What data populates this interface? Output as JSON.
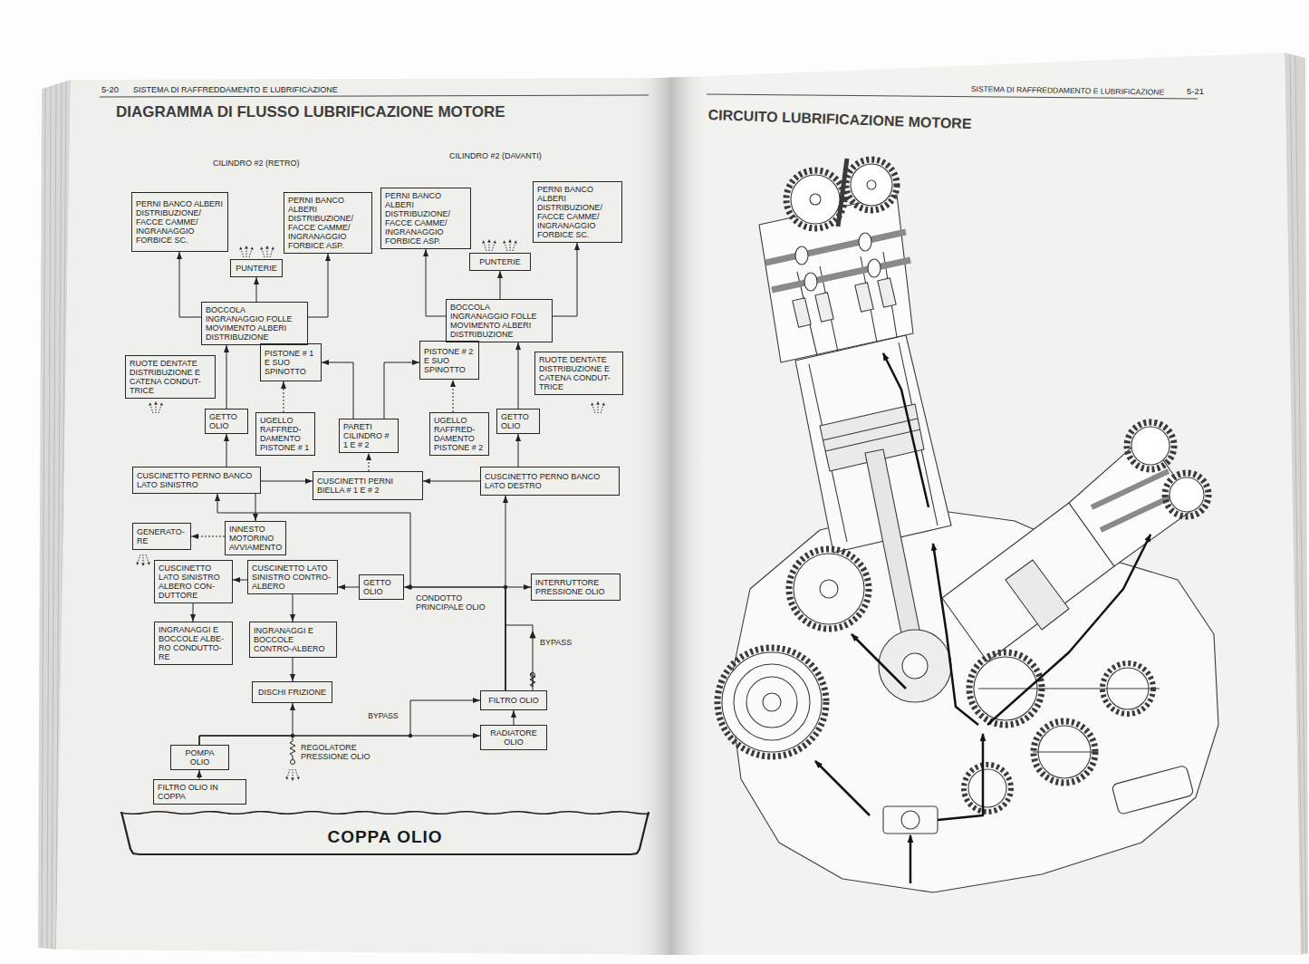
{
  "diagram": {
    "title": "DIAGRAMMA DI FLUSSO LUBRIFICAZIONE MOTORE",
    "nodes": [
      {
        "text": [
          "PERNI BANCO ALBERI DISTRIBUZIONE/ FACCE CAMME/ INGRANAGGIO FORBICE SC."
        ]
      },
      {
        "text": [
          "PERNI BANCO ALBERI DISTRIBUZIONE/ FACCE CAMME/ INGRANAGGIO FORBICE ASP."
        ]
      },
      {
        "text": [
          "PERNI BANCO ALBERI DISTRIBUZIONE/ FACCE CAMME/ INGRANAGGIO FORBICE ASP."
        ]
      },
      {
        "text": [
          "PERNI BANCO ALBERI DISTRIBUZIONE/ FACCE CAMME/ INGRANAGGIO FORBICE SC."
        ]
      },
      {
        "text": [
          "PUNTERIE"
        ]
      },
      {
        "text": [
          "PUNTERIE"
        ]
      },
      {
        "text": [
          "BOCCOLA INGRANAGGIO FOLLE MOVIMENTO ALBERI DISTRIBUZIONE"
        ]
      },
      {
        "text": [
          "BOCCOLA INGRANAGGIO FOLLE MOVIMENTO ALBERI DISTRIBUZIONE"
        ]
      },
      {
        "text": [
          "RUOTE DENTATE DISTRIBUZIONE E CATENA CONDUT- TRICE"
        ]
      },
      {
        "text": [
          "PISTONE # 1 E SUO SPINOTTO"
        ]
      },
      {
        "text": [
          "PISTONE # 2 E SUO SPINOTTO"
        ]
      },
      {
        "text": [
          "RUOTE DENTATE DISTRIBUZIONE E CATENA CONDUT- TRICE"
        ]
      },
      {
        "text": [
          "GETTO OLIO"
        ]
      },
      {
        "text": [
          "UGELLO RAFFRED- DAMENTO PISTONE # 1"
        ]
      },
      {
        "text": [
          "PARETI CILINDRO # 1 E # 2"
        ]
      },
      {
        "text": [
          "UGELLO RAFFRED- DAMENTO PISTONE # 2"
        ]
      },
      {
        "text": [
          "GETTO OLIO"
        ]
      },
      {
        "text": [
          "CUSCINETTO PERNO BANCO LATO SINISTRO"
        ]
      },
      {
        "text": [
          "CUSCINETTI PERNI BIELLA # 1 E # 2"
        ]
      },
      {
        "text": [
          "CUSCINETTO PERNO BANCO LATO DESTRO"
        ]
      },
      {
        "text": [
          "GENERATO- RE"
        ]
      },
      {
        "text": [
          "INNESTO MOTORINO AVVIAMENTO"
        ]
      },
      {
        "text": [
          "CUSCINETTO LATO SINISTRO ALBERO CON- DUTTORE"
        ]
      },
      {
        "text": [
          "CUSCINETTO LATO SINISTRO CONTRO- ALBERO"
        ]
      },
      {
        "text": [
          "GETTO OLIO"
        ]
      },
      {
        "text": [
          "INTERRUTTORE PRESSIONE OLIO"
        ]
      },
      {
        "text": [
          "INGRANAGGI E BOCCOLE ALBE-RO CONDUTTO-RE"
        ]
      },
      {
        "text": [
          "INGRANAGGI E BOCCOLE CONTRO-ALBERO"
        ]
      },
      {
        "text": [
          "DISCHI FRIZIONE"
        ]
      },
      {
        "text": [
          "FILTRO OLIO"
        ]
      },
      {
        "text": [
          "RADIATORE OLIO"
        ]
      },
      {
        "text": [
          "POMPA OLIO"
        ]
      },
      {
        "text": [
          "FILTRO OLIO IN COPPA"
        ]
      },
      {
        "text": [
          "COPPA OLIO"
        ]
      }
    ],
    "edges": [
      {
        "from": 32,
        "to": 31,
        "arrow": "to"
      },
      {
        "from": 31,
        "to": 30,
        "arrow": "to"
      },
      {
        "from": 31,
        "to": 28,
        "arrow": "to"
      },
      {
        "from": 31,
        "to": 29,
        "label": "BYPASS",
        "arrow": "to"
      },
      {
        "from": 30,
        "to": 29,
        "arrow": "to"
      },
      {
        "from": 29,
        "to": 19,
        "arrow": "to"
      },
      {
        "from": 29,
        "to": 25,
        "arrow": "to"
      },
      {
        "from": 29,
        "to": 24,
        "arrow": "to"
      },
      {
        "from": 29,
        "to": 17,
        "arrow": "to"
      },
      {
        "from": 24,
        "to": 23,
        "arrow": "to"
      },
      {
        "from": 23,
        "to": 22,
        "arrow": "to"
      },
      {
        "from": 22,
        "to": 26,
        "arrow": "to"
      },
      {
        "from": 23,
        "to": 27,
        "arrow": "to"
      },
      {
        "from": 27,
        "to": 28,
        "arrow": "to"
      },
      {
        "from": 17,
        "to": 21,
        "arrow": "to"
      },
      {
        "from": 21,
        "to": 20,
        "arrow": "to"
      },
      {
        "from": 17,
        "to": 18,
        "arrow": "to"
      },
      {
        "from": 19,
        "to": 18,
        "arrow": "to"
      },
      {
        "from": 17,
        "to": 12,
        "arrow": "to"
      },
      {
        "from": 19,
        "to": 16,
        "arrow": "to"
      },
      {
        "from": 12,
        "to": 6,
        "arrow": "to"
      },
      {
        "from": 16,
        "to": 7,
        "arrow": "to"
      },
      {
        "from": 6,
        "to": 4,
        "arrow": "to"
      },
      {
        "from": 7,
        "to": 5,
        "arrow": "to"
      },
      {
        "from": 6,
        "to": 0,
        "arrow": "to"
      },
      {
        "from": 6,
        "to": 1,
        "arrow": "to"
      },
      {
        "from": 7,
        "to": 2,
        "arrow": "to"
      },
      {
        "from": 7,
        "to": 3,
        "arrow": "to"
      },
      {
        "from": 14,
        "to": 9,
        "arrow": "to"
      },
      {
        "from": 14,
        "to": 10,
        "arrow": "to"
      },
      {
        "from": 13,
        "to": 9,
        "arrow": "to"
      },
      {
        "from": 15,
        "to": 10,
        "arrow": "to"
      },
      {
        "from": 18,
        "to": 14,
        "arrow": "to"
      }
    ],
    "labels": [
      "5-20",
      "SISTEMA DI RAFFREDDAMENTO E LUBRIFICAZIONE",
      "CILINDRO #2 (RETRO)",
      "CILINDRO #2 (DAVANTI)",
      "CONDOTTO PRINCIPALE OLIO",
      "BYPASS",
      "REGOLATORE PRESSIONE OLIO",
      "SISTEMA DI RAFFREDDAMENTO E LUBRIFICAZIONE",
      "5-21",
      "CIRCUITO LUBRIFICAZIONE MOTORE"
    ]
  }
}
